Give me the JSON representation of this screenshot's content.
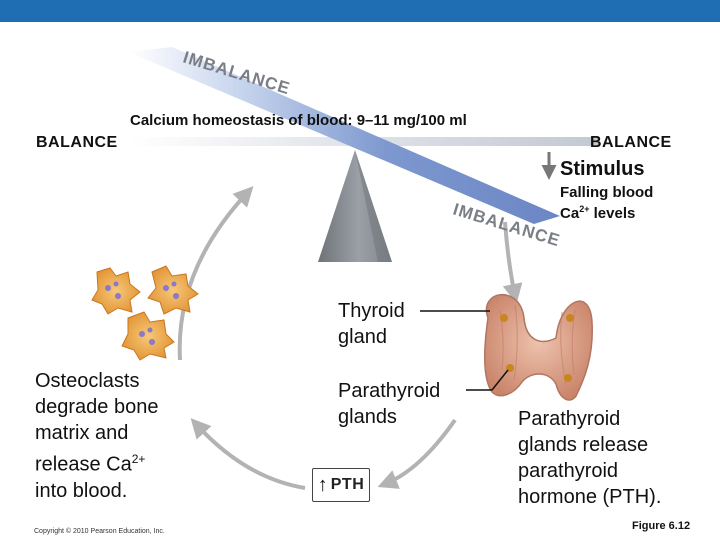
{
  "title": "Calcium homeostasis of blood: 9–11 mg/100 ml",
  "balance_left": "BALANCE",
  "balance_right": "BALANCE",
  "imbalance_top": "IMBALANCE",
  "imbalance_bottom": "IMBALANCE",
  "stimulus": {
    "heading": "Stimulus",
    "line1": "Falling blood",
    "line2_prefix": "Ca",
    "line2_sup": "2+",
    "line2_suffix": " levels"
  },
  "thyroid": {
    "line1": "Thyroid",
    "line2": "gland"
  },
  "parathyroid": {
    "line1": "Parathyroid",
    "line2": "glands"
  },
  "parathyroid_release": [
    "Parathyroid",
    "glands release",
    "parathyroid",
    "hormone (PTH)."
  ],
  "osteoclasts": {
    "line1": "Osteoclasts",
    "line2": "degrade bone",
    "line3": "matrix and",
    "line4_prefix": "release Ca",
    "line4_sup": "2+",
    "line5": "into blood."
  },
  "pth": {
    "arrow": "↑",
    "label": "PTH"
  },
  "copyright": "Copyright © 2010 Pearson Education, Inc.",
  "figure_label": "Figure 6.12",
  "colors": {
    "header_bar": "#1f6db3",
    "beam_blue": "#8ea9d8",
    "beam_gray": "#c9ced7",
    "fulcrum": "#8a8f95",
    "cycle_arrow": "#b3b3b3",
    "thyroid_tissue": "#d9a38a",
    "parathyroid_dot": "#c9861f",
    "osteoclast": "#e8a548"
  },
  "icons": [
    "seesaw-beam",
    "fulcrum-triangle",
    "cycle-arrow",
    "thyroid-gland",
    "osteoclast-cell",
    "up-arrow"
  ]
}
